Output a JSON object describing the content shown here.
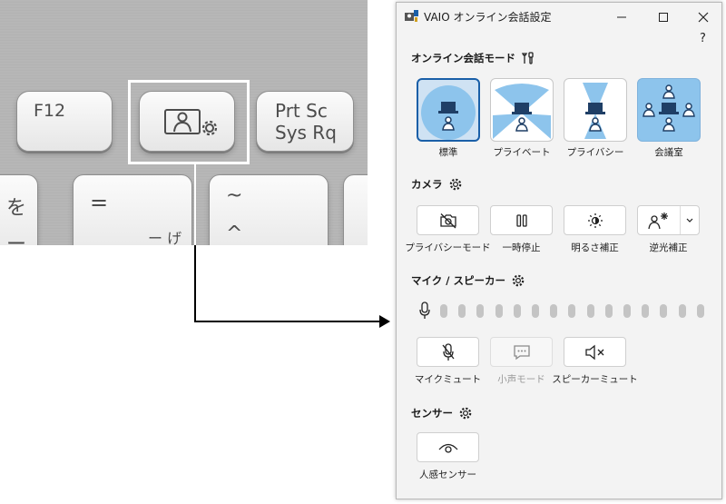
{
  "keyboard": {
    "keys": {
      "f12": "F12",
      "prtsc_line1": "Prt Sc",
      "prtsc_line2": "Sys Rq",
      "wo": "を",
      "wo_sub": "ー",
      "equals": "=",
      "equals_sub": "ー げ",
      "tilde": "~",
      "tilde_sub": "^"
    }
  },
  "window": {
    "title": "VAIO オンライン会話設定",
    "help": "?",
    "sections": {
      "mode_title": "オンライン会話モード",
      "camera_title": "カメラ",
      "mic_title": "マイク / スピーカー",
      "sensor_title": "センサー"
    },
    "modes": [
      {
        "label": "標準",
        "selected": true
      },
      {
        "label": "プライベート",
        "selected": false
      },
      {
        "label": "プライバシー",
        "selected": false
      },
      {
        "label": "会議室",
        "selected": false
      }
    ],
    "camera_buttons": [
      {
        "label": "プライバシーモード",
        "icon": "camera-off-icon"
      },
      {
        "label": "一時停止",
        "icon": "pause-icon"
      },
      {
        "label": "明るさ補正",
        "icon": "brightness-icon"
      },
      {
        "label": "逆光補正",
        "icon": "backlight-person-icon"
      }
    ],
    "mic_buttons": [
      {
        "label": "マイクミュート",
        "icon": "mic-off-icon",
        "enabled": true
      },
      {
        "label": "小声モード",
        "icon": "speech-bubble-icon",
        "enabled": false
      },
      {
        "label": "スピーカーミュート",
        "icon": "speaker-mute-icon",
        "enabled": true
      }
    ],
    "mic_level_segments": 15,
    "sensor_buttons": [
      {
        "label": "人感センサー",
        "icon": "eye-icon"
      }
    ],
    "colors": {
      "accent": "#1a5fa8",
      "mode_fill": "#8dc4ec",
      "window_bg": "#f3f3f3"
    }
  }
}
